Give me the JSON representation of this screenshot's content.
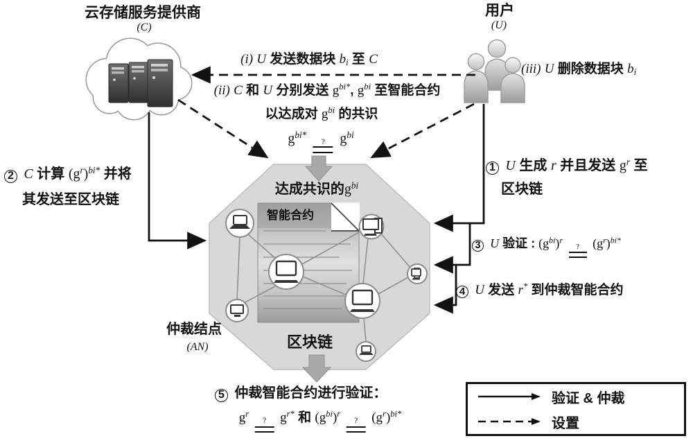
{
  "actors": {
    "cloud": {
      "title": "云存储服务提供商",
      "subtitle": "*(C)*"
    },
    "user": {
      "title": "用户",
      "subtitle": "*(U)*"
    }
  },
  "setup_msgs": {
    "i": "*(i)* *U* 发送数据块 *b*_{i} 至 *C*",
    "ii_line1": "*(ii)* *C* 和 *U* 分别发送 $g$^{bi*}, $g$^{bi} 至智能合约",
    "ii_line2": "以达成对 $g$^{bi} 的共识",
    "consensus_check": "$g$^{bi*} ?= $g$^{bi}",
    "iii": "*(iii)* *U* 删除数据块 *b*_{i}"
  },
  "steps": {
    "s1_line1": "① *U* 生成 *r* 并且发送 $g$^{r} 至",
    "s1_line2": "区块链",
    "s2_line1": "② *C* 计算 $(g^{r})$^{bi*} 并将",
    "s2_line2": "其发送至区块链",
    "s3": "③ *U* 验证 : $(g^{bi})^{r} ?= (g^{r})^{bi*}$",
    "s4": "④ *U* 发送 *r*^{*} 到仲裁智能合约",
    "s5_line1": "⑤ 仲裁智能合约进行验证：",
    "s5_line2": "$g^{r} ?= g^{r*}$ 和 $(g^{bi})^{r} ?= (g^{r})^{bi*}$"
  },
  "octagon": {
    "consensus_label": "达成共识的$g$^{bi}",
    "contract_label": "智能合约",
    "blockchain_label": "区块链",
    "an_label_line1": "仲裁结点",
    "an_label_line2": "*(AN)*"
  },
  "legend": {
    "solid_label": "验证 & 仲裁",
    "dashed_label": "设置"
  },
  "colors": {
    "text": "#111111",
    "line": "#111111",
    "octagon_fill": "#d8d8d8",
    "octagon_stroke": "#bdbdbd",
    "block_arrow": "#a9a9a9",
    "doc_dark": "#9b9b9b",
    "doc_light": "#e0e0e0",
    "node_stroke": "#8a8a8a",
    "edge": "#909090"
  }
}
